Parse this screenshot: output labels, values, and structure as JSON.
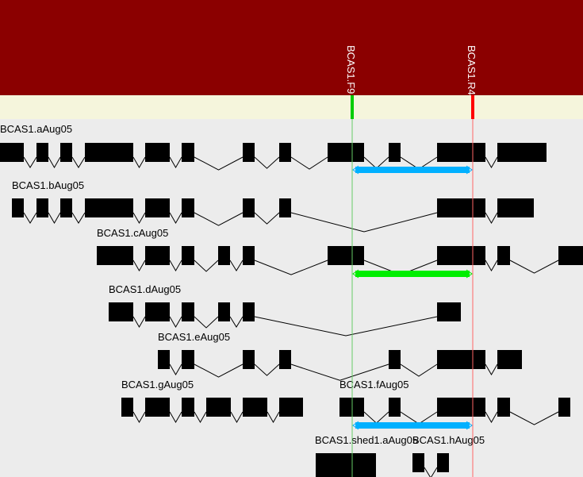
{
  "primers": [
    {
      "name": "BCAS1.F9",
      "color": "#00cc00"
    },
    {
      "name": "BCAS1.R4",
      "color": "#ff0000"
    }
  ],
  "colors": {
    "header": "#8b0000",
    "track": "#f5f5dc",
    "bg": "#ececec",
    "product_blue": "#00b0ff",
    "product_green": "#00ee00"
  },
  "transcripts": [
    "BCAS1.aAug05",
    "BCAS1.bAug05",
    "BCAS1.cAug05",
    "BCAS1.dAug05",
    "BCAS1.eAug05",
    "BCAS1.gAug05",
    "BCAS1.fAug05",
    "BCAS1.shed1.aAug05",
    "BCAS1.hAug05"
  ]
}
